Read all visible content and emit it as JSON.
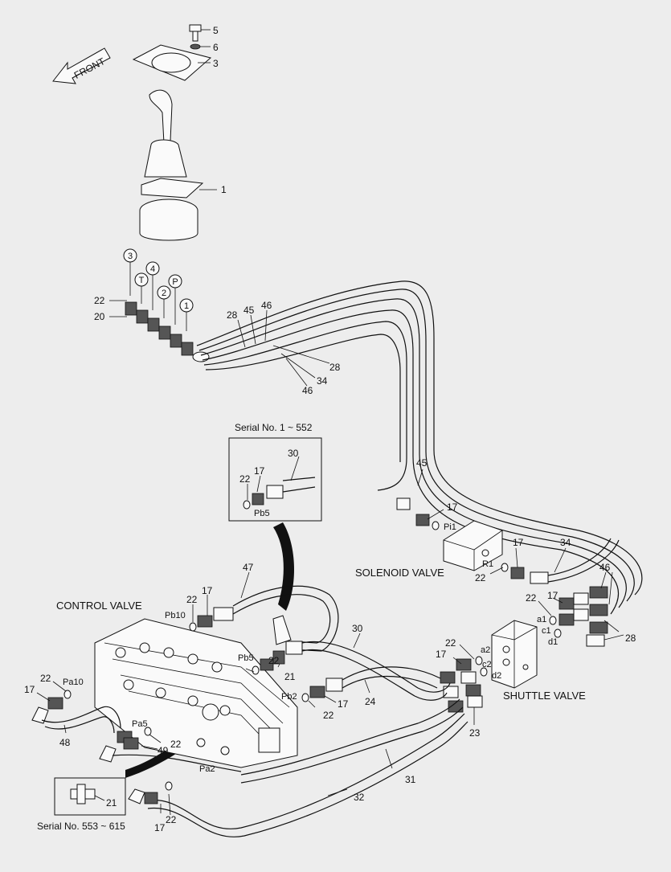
{
  "front_label": "FRONT",
  "sections": {
    "control_valve": "CONTROL VALVE",
    "solenoid_valve": "SOLENOID VALVE",
    "shuttle_valve": "SHUTTLE VALVE",
    "serial_upper": "Serial No. 1 ~ 552",
    "serial_lower": "Serial No. 553 ~ 615"
  },
  "circled_ports": [
    "3",
    "T",
    "4",
    "2",
    "P",
    "1"
  ],
  "ports": {
    "pi1": "Pi1",
    "r1": "R1",
    "pb5_inset": "Pb5",
    "pb10": "Pb10",
    "pb5": "Pb5",
    "pb2": "Pb2",
    "pa10": "Pa10",
    "pa5": "Pa5",
    "pa2": "Pa2",
    "a1": "a1",
    "c1": "c1",
    "d1": "d1",
    "a2": "a2",
    "c2": "c2",
    "d2": "d2"
  },
  "callouts": {
    "c5": "5",
    "c6": "6",
    "c3": "3",
    "c1": "1",
    "j22": "22",
    "j20": "20",
    "h28a": "28",
    "h45a": "45",
    "h46a": "46",
    "h28b": "28",
    "h34a": "34",
    "h46b": "46",
    "i30": "30",
    "i17": "17",
    "i22": "22",
    "s45": "45",
    "s17a": "17",
    "s17b": "17",
    "s34": "34",
    "s22": "22",
    "r46": "46",
    "r22": "22",
    "r17": "17",
    "r28": "28",
    "m47": "47",
    "m17": "17",
    "m22": "22",
    "m30": "30",
    "m21": "21",
    "m22b": "22",
    "m22c": "22",
    "m17c": "17",
    "m24": "24",
    "v22": "22",
    "v17": "17",
    "v23": "23",
    "l22": "22",
    "l17": "17",
    "l48": "48",
    "l22b": "22",
    "l49": "49",
    "b31": "31",
    "b32": "32",
    "b21": "21",
    "b17": "17",
    "b22": "22"
  }
}
